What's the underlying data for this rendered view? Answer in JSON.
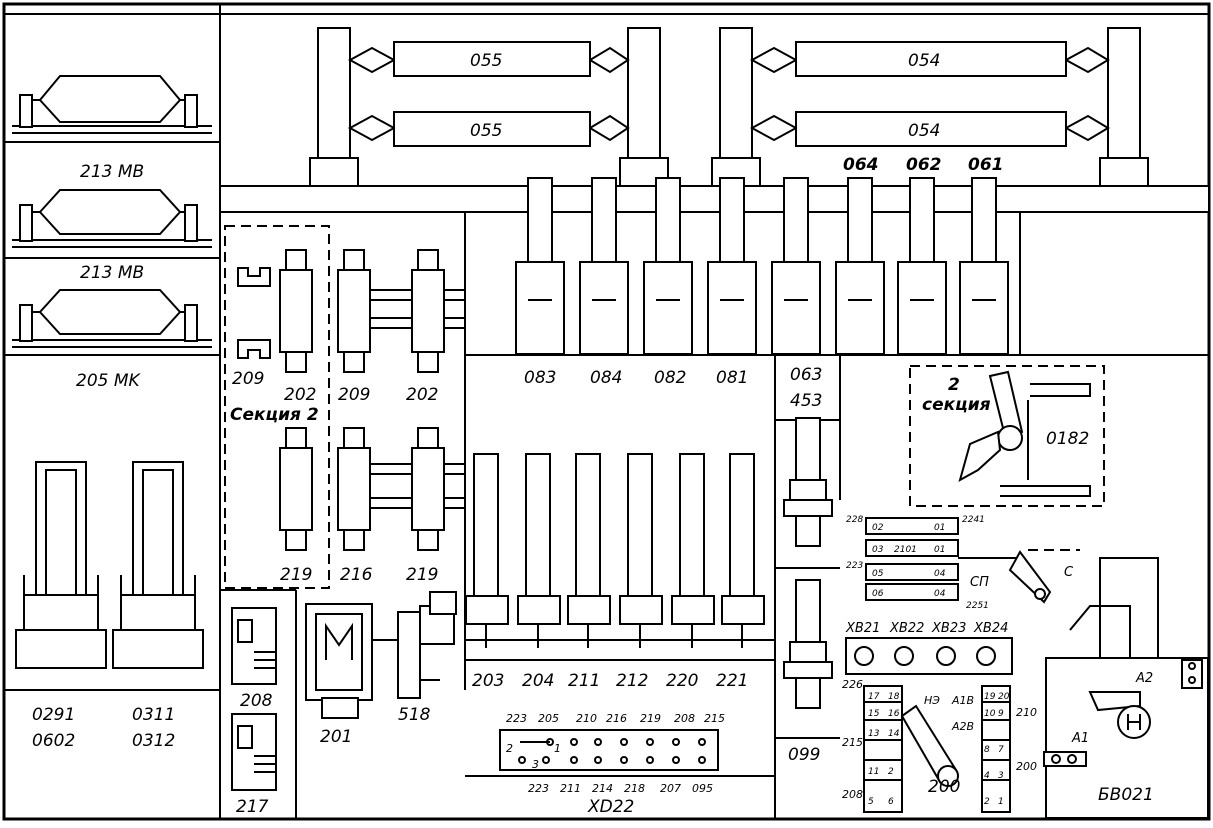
{
  "left_panel": {
    "fuse_labels": [
      "213 MB",
      "213 MB",
      "205 MK"
    ],
    "bottom_codes": [
      "0291",
      "0602",
      "0311",
      "0312"
    ]
  },
  "top_rails": {
    "labels": [
      "055",
      "055",
      "054",
      "054"
    ],
    "small_codes": [
      "064",
      "062",
      "061"
    ]
  },
  "section2_left": {
    "title": "Секция 2",
    "upper_labels": [
      "209",
      "202",
      "209",
      "202"
    ],
    "lower_labels": [
      "219",
      "216",
      "219"
    ]
  },
  "upper_contacts": {
    "labels": [
      "083",
      "084",
      "082",
      "081"
    ]
  },
  "middle_column": {
    "labels": [
      "063",
      "453",
      "099"
    ]
  },
  "section2_right": {
    "title_num": "2",
    "title_word": "секция",
    "label": "0182"
  },
  "lower_contacts": {
    "labels": [
      "203",
      "204",
      "211",
      "212",
      "220",
      "221"
    ]
  },
  "left_devices": {
    "labels": [
      "208",
      "217",
      "201",
      "518"
    ]
  },
  "terminal_block": {
    "top_labels": [
      "223",
      "205",
      "210",
      "216",
      "219",
      "208",
      "215"
    ],
    "bottom_labels": [
      "223",
      "211",
      "214",
      "218",
      "207",
      "095"
    ],
    "inner_labels": [
      "2",
      "3",
      "1"
    ],
    "name": "XD22"
  },
  "relay_block": {
    "side_labels": [
      "228",
      "223",
      "2241",
      "2251"
    ],
    "contacts": [
      "02",
      "01",
      "03",
      "2101",
      "01",
      "05",
      "04",
      "06",
      "04"
    ],
    "code": "СП",
    "arrow_label": "С"
  },
  "xb_labels": [
    "XB21",
    "XB22",
    "XB23",
    "XB24"
  ],
  "switch_block": {
    "left_labels": [
      "226",
      "215",
      "208"
    ],
    "right_labels": [
      "210",
      "200"
    ],
    "pins_left": [
      "17",
      "18",
      "15",
      "16",
      "13",
      "14",
      "11",
      "2",
      "5",
      "6"
    ],
    "pins_right": [
      "19",
      "20",
      "10",
      "9",
      "8",
      "7",
      "4",
      "3",
      "2",
      "1"
    ],
    "ne": "НЭ",
    "ab_top": "А1В",
    "ab_bottom": "А2В",
    "number": "200"
  },
  "bv_block": {
    "labels": [
      "А2",
      "А1"
    ],
    "name": "БВ021"
  }
}
